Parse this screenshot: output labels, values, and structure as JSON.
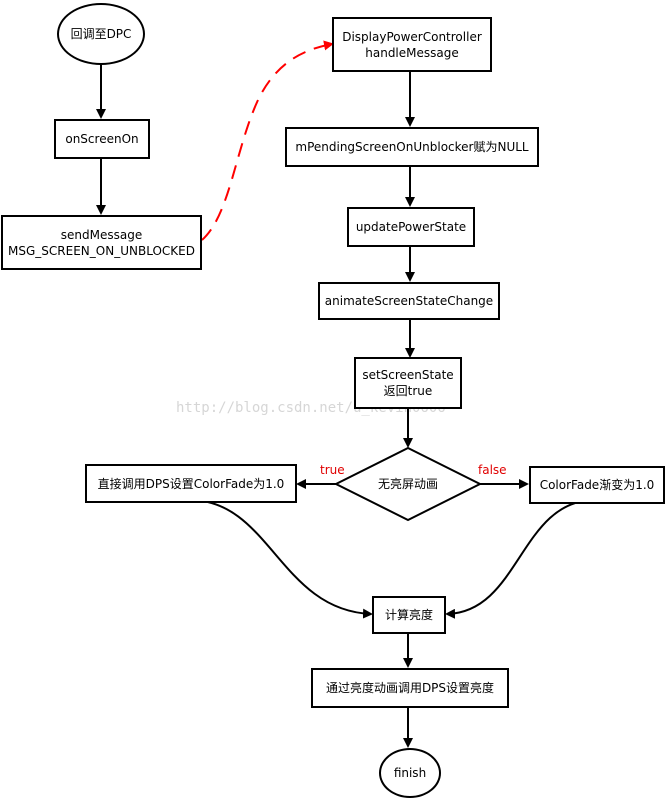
{
  "nodes": {
    "start": "回调至DPC",
    "on_screen_on": "onScreenOn",
    "send_message_line1": "sendMessage",
    "send_message_line2": "MSG_SCREEN_ON_UNBLOCKED",
    "dpc_line1": "DisplayPowerController",
    "dpc_line2": "handleMessage",
    "pending": "mPendingScreenOnUnblocker赋为NULL",
    "update": "updatePowerState",
    "animate": "animateScreenStateChange",
    "set_state_line1": "setScreenState",
    "set_state_line2": "返回true",
    "decision": "无亮屏动画",
    "true_action": "直接调用DPS设置ColorFade为1.0",
    "false_action": "ColorFade渐变为1.0",
    "calc": "计算亮度",
    "apply": "通过亮度动画调用DPS设置亮度",
    "finish": "finish"
  },
  "labels": {
    "true": "true",
    "false": "false"
  },
  "watermark": "http://blog.csdn.net/u_kevin0606",
  "colors": {
    "stroke": "#000000",
    "dashed_arrow": "#ff0000",
    "branch_label": "#e00000"
  }
}
